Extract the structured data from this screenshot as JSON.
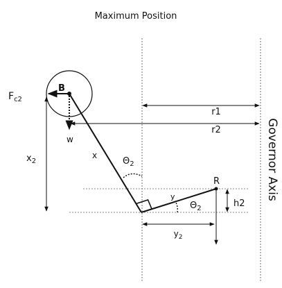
{
  "title": "Maximum Position",
  "labels": {
    "fc2": "F",
    "fc2_sub": "c2",
    "B": "B",
    "w": "w",
    "x2": "x",
    "x2_sub": "2",
    "x": "x",
    "theta2_upper": "Θ",
    "theta2_upper_sub": "2",
    "y": "y",
    "theta2_lower": "Θ",
    "theta2_lower_sub": "2",
    "R": "R",
    "h2": "h2",
    "y2": "y",
    "y2_sub": "2",
    "r1": "r1",
    "r2": "r2",
    "axis": "Governor Axis"
  }
}
